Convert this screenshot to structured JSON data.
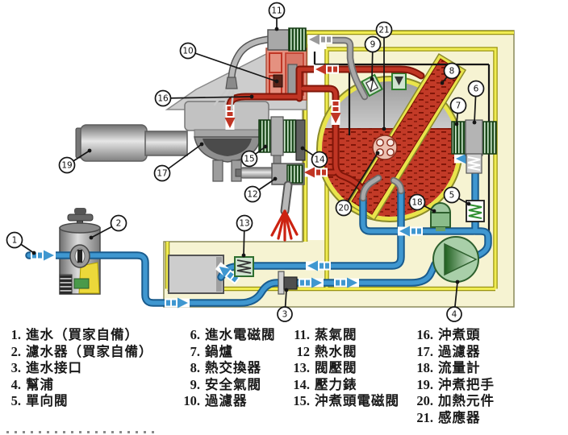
{
  "diagram": {
    "description": "espresso-machine-hydraulic-schematic",
    "callout_numbers": [
      "1",
      "2",
      "3",
      "4",
      "5",
      "6",
      "7",
      "8",
      "9",
      "10",
      "11",
      "12",
      "13",
      "14",
      "15",
      "16",
      "17",
      "18",
      "19",
      "20",
      "21"
    ],
    "colors": {
      "cold_water_pipe": "#3f97d0",
      "hot_water_pipe": "#c03524",
      "steam_pipe": "#a8a8a8",
      "case_fill": "#f6f3d2",
      "case_stripe": "#f0ec52",
      "boiler_water": "#c23a27",
      "pump_green": "#a9cfa9"
    }
  },
  "legend": {
    "columns": [
      {
        "items": [
          {
            "num": "1.",
            "label": "進水（買家自備）"
          },
          {
            "num": "2.",
            "label": "濾水器（買家自備）"
          },
          {
            "num": "3.",
            "label": "進水接口"
          },
          {
            "num": "4.",
            "label": "幫浦"
          },
          {
            "num": "5.",
            "label": "單向閥"
          }
        ]
      },
      {
        "items": [
          {
            "num": "6.",
            "label": "進水電磁閥"
          },
          {
            "num": "7.",
            "label": "鍋爐"
          },
          {
            "num": "8.",
            "label": "熱交換器"
          },
          {
            "num": "9.",
            "label": "安全氣閥"
          },
          {
            "num": "10.",
            "label": "過濾器"
          }
        ]
      },
      {
        "items": [
          {
            "num": "11.",
            "label": "蒸氣閥"
          },
          {
            "num": "12",
            "label": "熱水閥"
          },
          {
            "num": "13.",
            "label": "閥壓閥"
          },
          {
            "num": "14.",
            "label": "壓力錶"
          },
          {
            "num": "15.",
            "label": "沖煮頭電磁閥"
          }
        ]
      },
      {
        "items": [
          {
            "num": "16.",
            "label": "沖煮頭"
          },
          {
            "num": "17.",
            "label": "過濾器"
          },
          {
            "num": "18.",
            "label": "流量計"
          },
          {
            "num": "19.",
            "label": "沖煮把手"
          },
          {
            "num": "20.",
            "label": "加熱元件"
          },
          {
            "num": "21.",
            "label": "感應器"
          }
        ]
      }
    ]
  }
}
